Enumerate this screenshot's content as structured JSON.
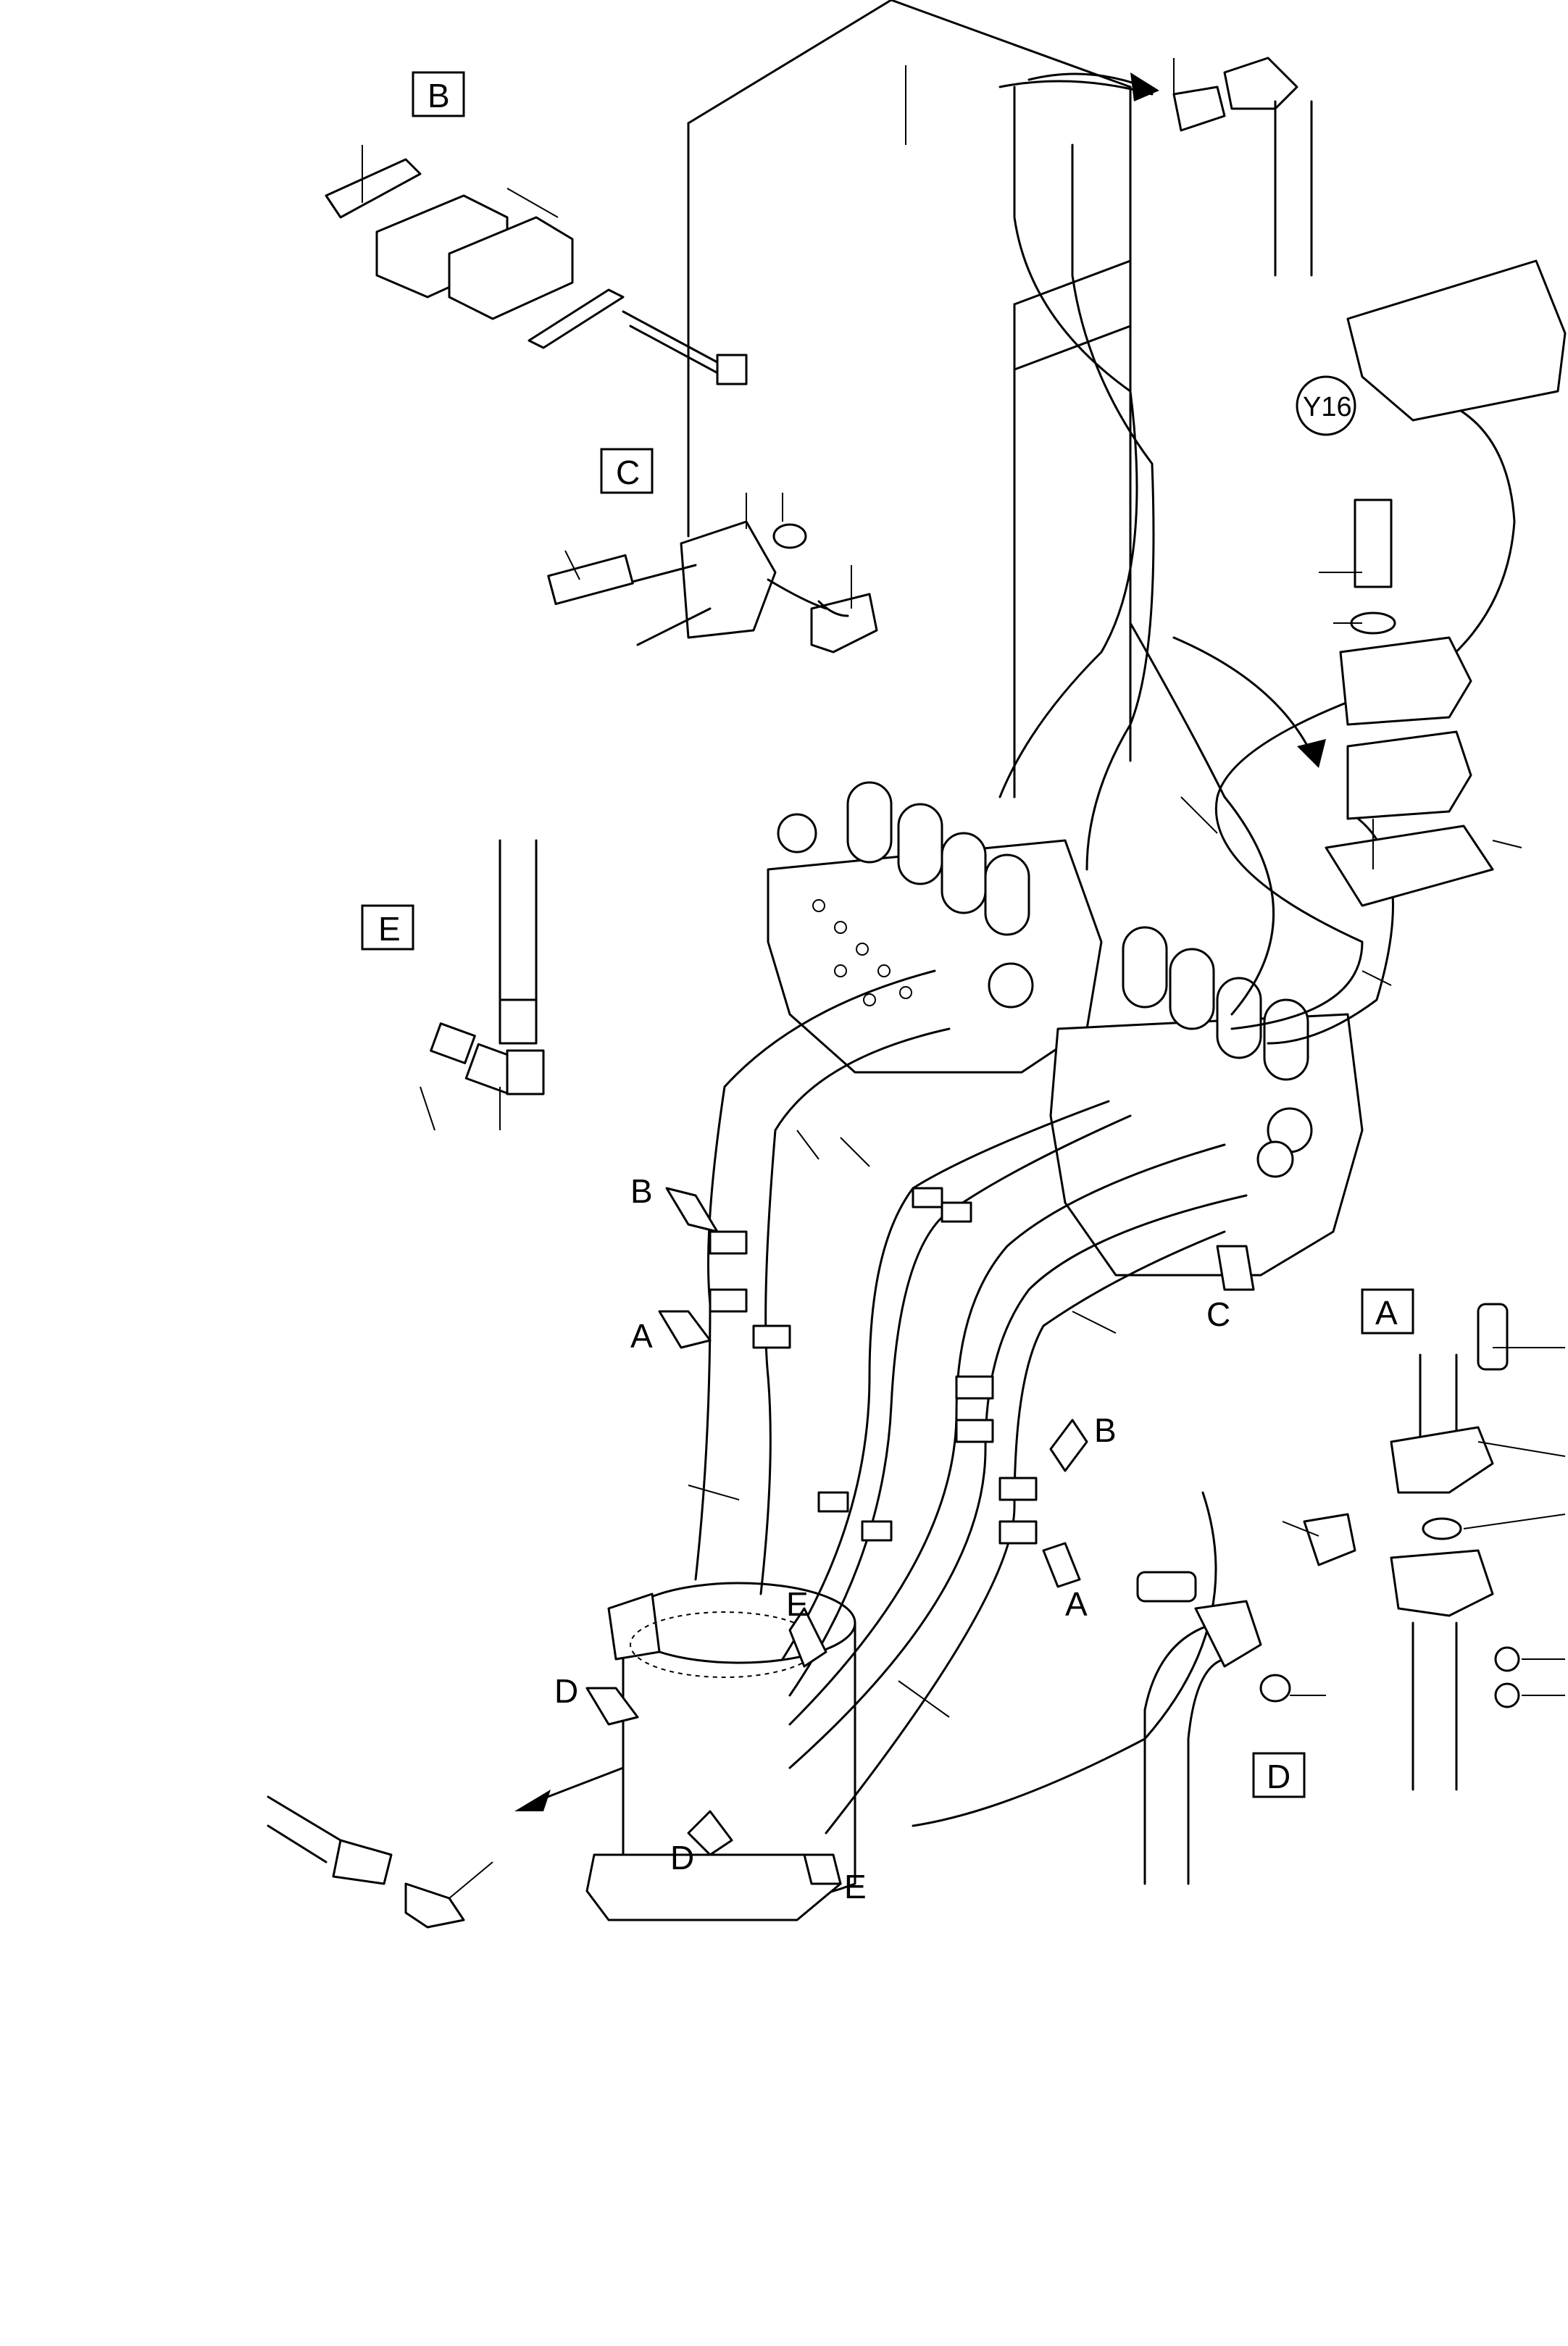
{
  "labels": {
    "detail_B": "B",
    "detail_C": "C",
    "detail_E": "E",
    "detail_A": "A",
    "detail_D": "D",
    "valve_y16": "Y16",
    "arrow_B_left": "B",
    "arrow_A_left": "A",
    "arrow_C": "C",
    "arrow_B_right": "B",
    "arrow_A_right": "A",
    "arrow_E_top": "E",
    "arrow_D_top": "D",
    "arrow_D_bottom": "D",
    "arrow_E_bottom": "E"
  },
  "colors": {
    "ink": "#000000",
    "paper": "#ffffff"
  }
}
